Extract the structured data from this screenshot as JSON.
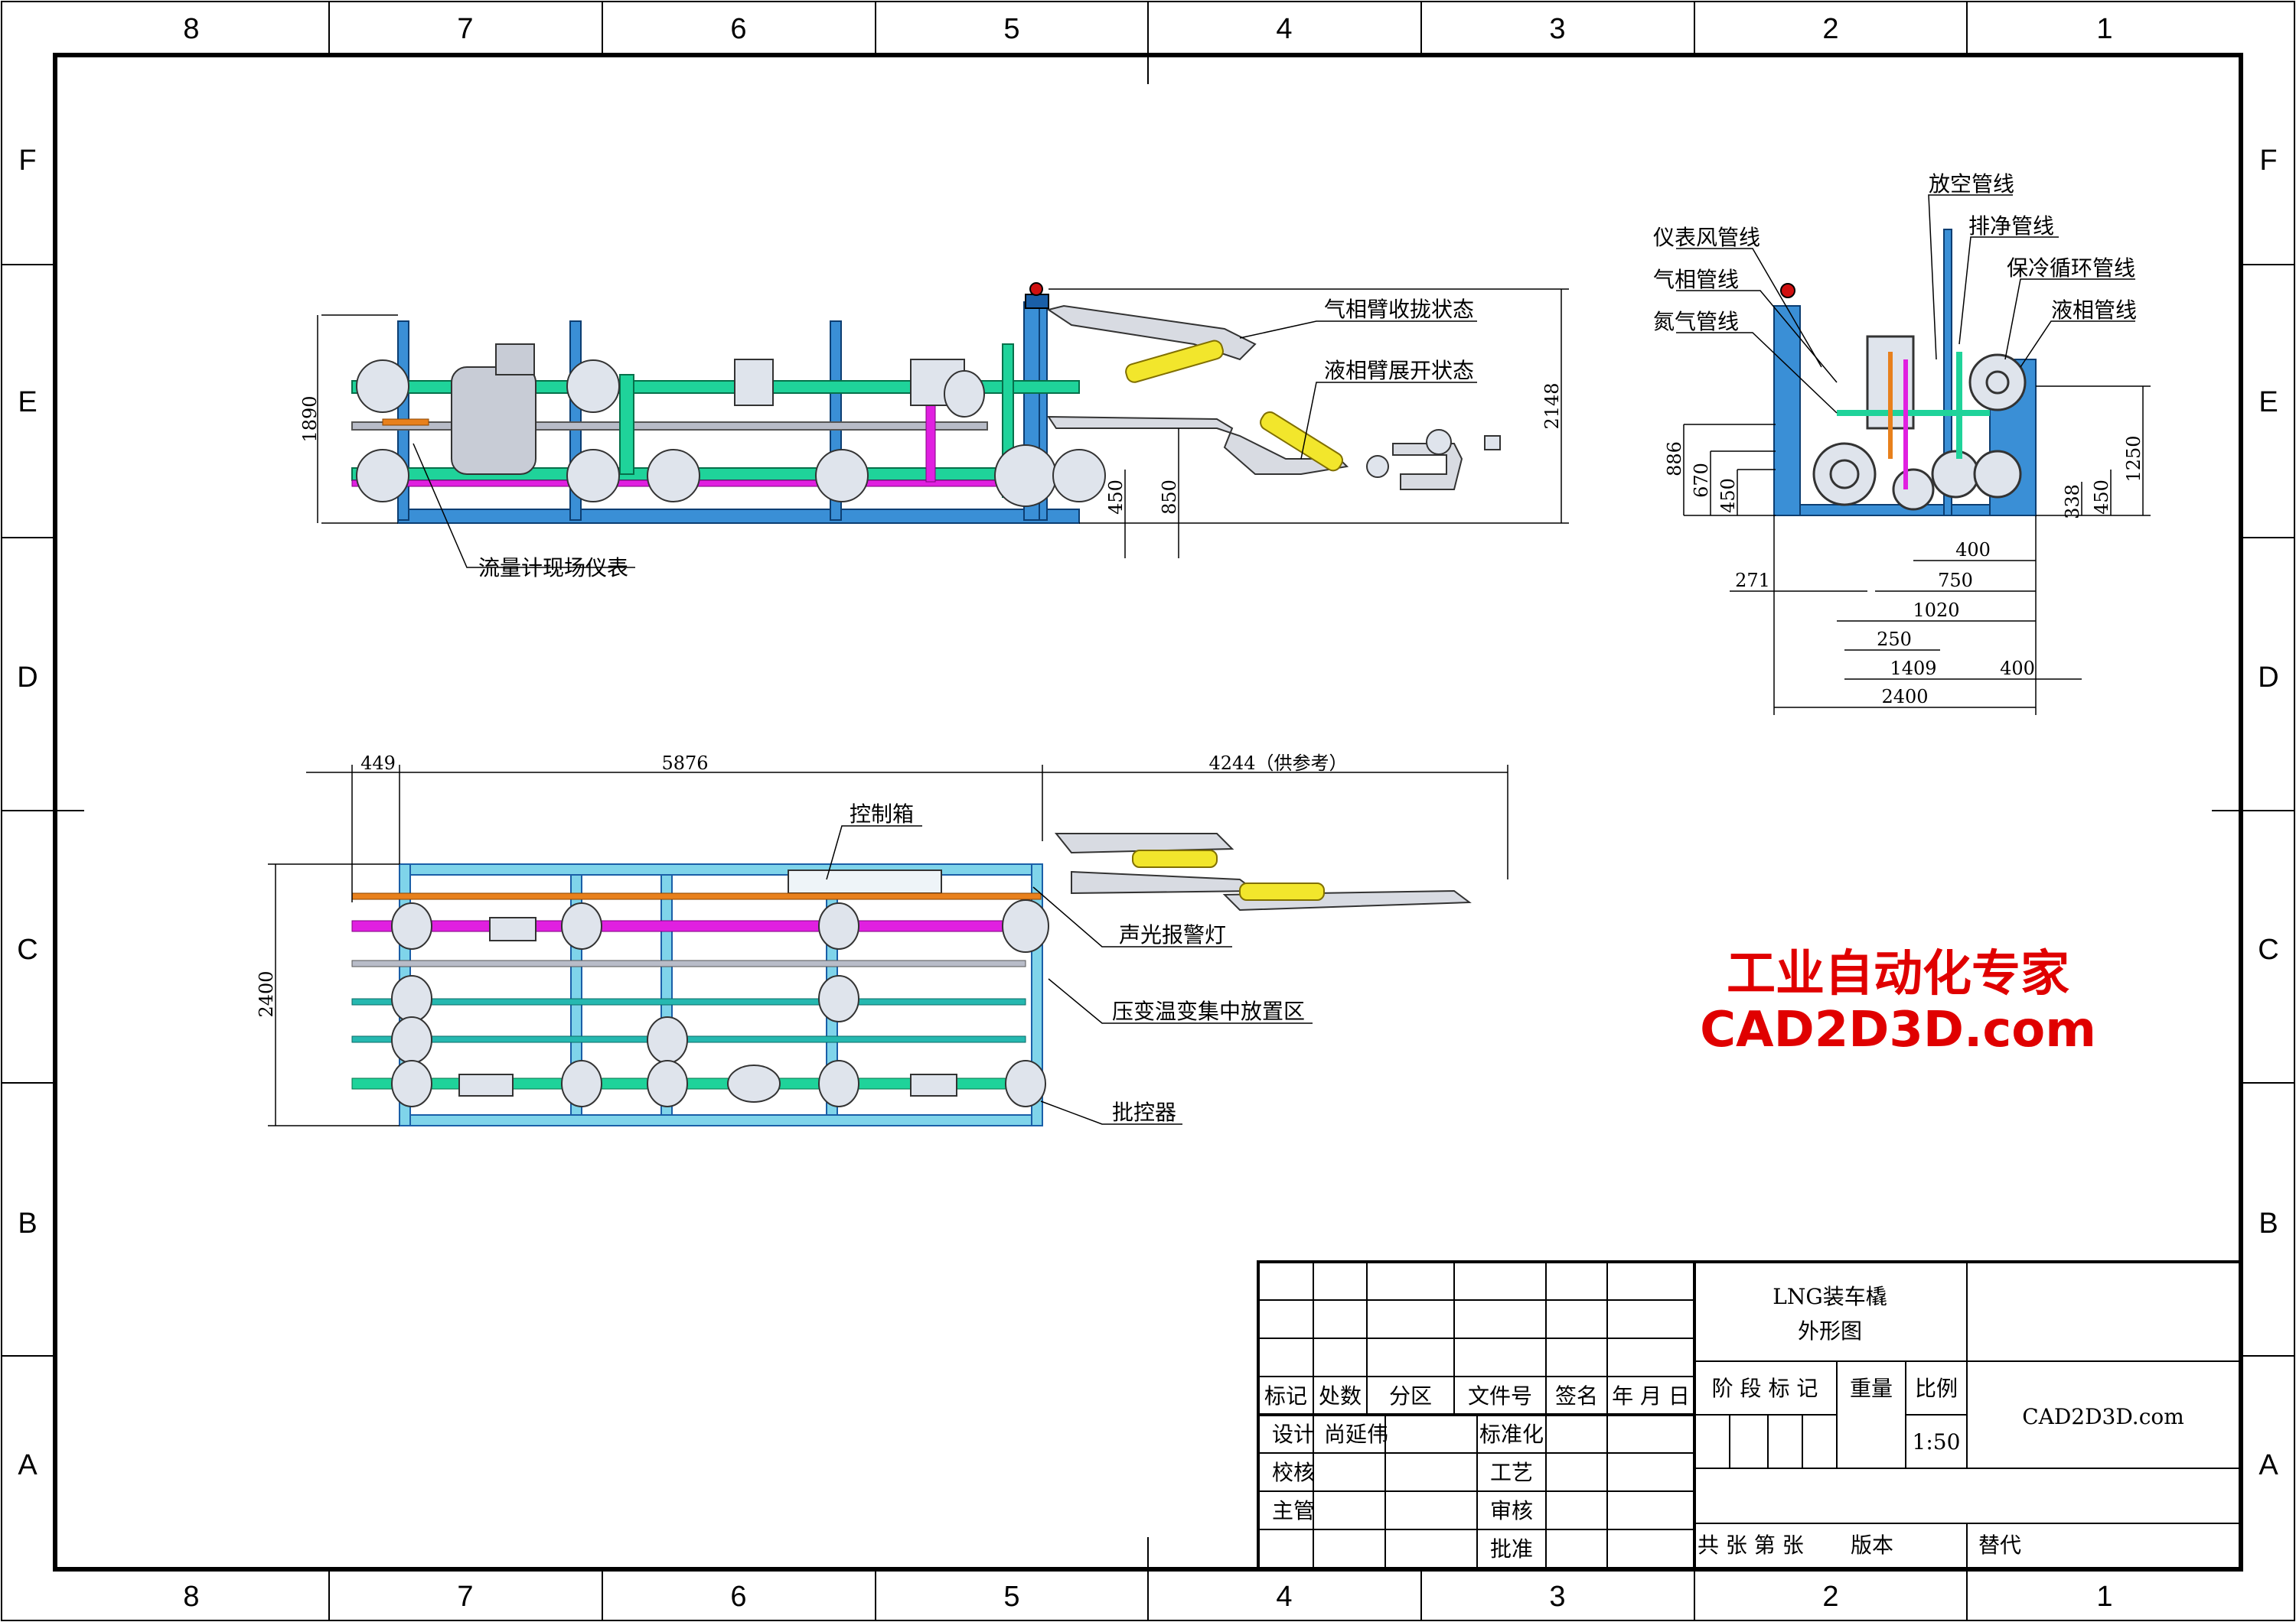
{
  "grid": {
    "columns": [
      "8",
      "7",
      "6",
      "5",
      "4",
      "3",
      "2",
      "1"
    ],
    "rows": [
      "F",
      "E",
      "D",
      "C",
      "B",
      "A"
    ]
  },
  "side_view": {
    "callouts": {
      "gas_arm_stowed": "气相臂收拢状态",
      "liquid_arm_deployed": "液相臂展开状态",
      "flowmeter_instrument": "流量计现场仪表"
    },
    "dims": {
      "height_1890": "1890",
      "height_2148": "2148",
      "h450": "450",
      "h850": "850"
    }
  },
  "end_view": {
    "callouts": {
      "vent_line": "放空管线",
      "drain_line": "排净管线",
      "instrument_air_line": "仪表风管线",
      "cold_circulation_line": "保冷循环管线",
      "vapor_line": "气相管线",
      "liquid_line": "液相管线",
      "nitrogen_line": "氮气管线"
    },
    "dims": {
      "d886": "886",
      "d670": "670",
      "d450a": "450",
      "d1250": "1250",
      "d338": "338",
      "d450b": "450",
      "d400a": "400",
      "d750": "750",
      "d271": "271",
      "d1020": "1020",
      "d250": "250",
      "d1409": "1409",
      "d400b": "400",
      "d2400": "2400"
    }
  },
  "plan_view": {
    "callouts": {
      "control_box": "控制箱",
      "alarm_light": "声光报警灯",
      "transmitter_area": "压变温变集中放置区",
      "batch_controller": "批控器"
    },
    "dims": {
      "d449": "449",
      "d5876": "5876",
      "d4244": "4244（供参考）",
      "d2400": "2400"
    }
  },
  "watermark": {
    "line1": "工业自动化专家",
    "line2": "CAD2D3D.com"
  },
  "title_block": {
    "title_line1": "LNG装车橇",
    "title_line2": "外形图",
    "headers": {
      "mark": "标记",
      "count": "处数",
      "zone": "分区",
      "doc_no": "文件号",
      "sign": "签名",
      "date": "年 月 日"
    },
    "rows": {
      "design": "设计",
      "designer": "尚延伟",
      "standardize": "标准化",
      "check": "校核",
      "process": "工艺",
      "supervise": "主管",
      "review": "审核",
      "approve": "批准"
    },
    "stage_mark": "阶 段 标 记",
    "weight": "重量",
    "scale_label": "比例",
    "scale_value": "1:50",
    "company": "CAD2D3D.com",
    "sheets": "共  张 第  张",
    "version": "版本",
    "replace": "替代"
  },
  "colors": {
    "frame_blue": "#3a8fd6",
    "pipe_green": "#1fd39a",
    "pipe_magenta": "#e020e0",
    "pipe_orange": "#e8801c",
    "pipe_teal": "#25b8b0",
    "pipe_grey": "#b8bcc8",
    "arm_yellow": "#f2e62c",
    "watermark_red": "#e00000"
  }
}
